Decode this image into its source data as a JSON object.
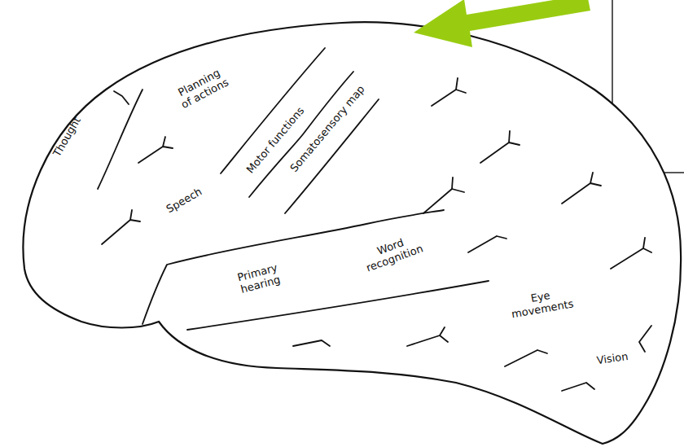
{
  "diagram": {
    "labels": [
      "Thought",
      "Planning of actions",
      "Motor functions",
      "Somatosensory map",
      "Speech",
      "Primary hearing",
      "Word recognition",
      "Eye movements",
      "Vision"
    ]
  }
}
